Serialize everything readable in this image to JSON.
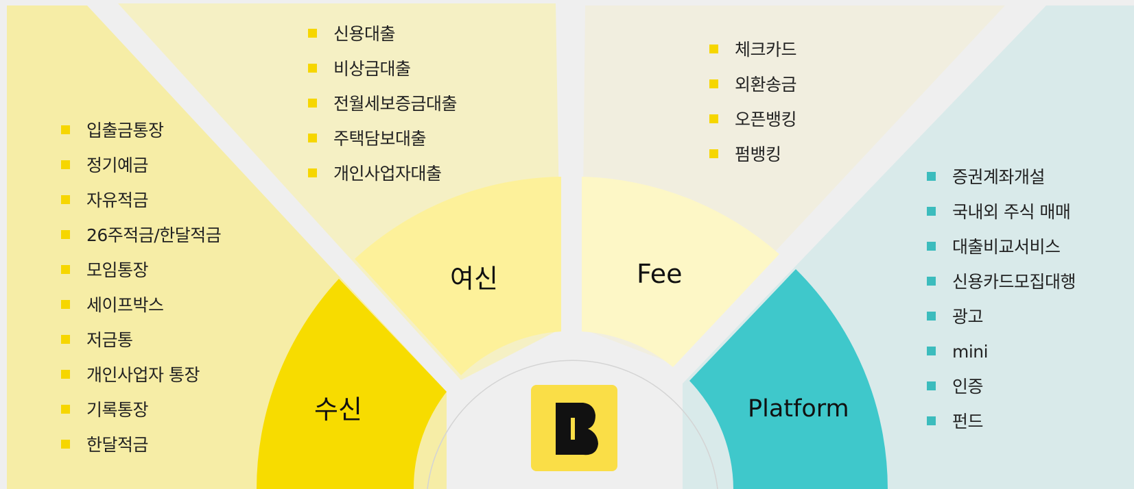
{
  "colors": {
    "background": "#efefef",
    "deposit_panel": "#f6eda6",
    "loan_panel": "#f5f0c4",
    "fee_panel": "#f1eedf",
    "platform_panel": "#d9eaea",
    "deposit_sector": "#f7dc00",
    "loan_sector": "#fdf19a",
    "fee_sector": "#fdf7c6",
    "platform_sector": "#3fc8cb",
    "yellow_bullet": "#f6d600",
    "teal_bullet": "#3cbcbd",
    "logo_bg": "#fade47",
    "logo_mark": "#111111"
  },
  "segments": {
    "deposit": {
      "label": "수신",
      "items": [
        "입출금통장",
        "정기예금",
        "자유적금",
        "26주적금/한달적금",
        "모임통장",
        "세이프박스",
        "저금통",
        "개인사업자 통장",
        "기록통장",
        "한달적금"
      ]
    },
    "loan": {
      "label": "여신",
      "items": [
        "신용대출",
        "비상금대출",
        "전월세보증금대출",
        "주택담보대출",
        "개인사업자대출"
      ]
    },
    "fee": {
      "label": "Fee",
      "items": [
        "체크카드",
        "외환송금",
        "오픈뱅킹",
        "펌뱅킹"
      ]
    },
    "platform": {
      "label": "Platform",
      "items": [
        "증권계좌개설",
        "국내외 주식 매매",
        "대출비교서비스",
        "신용카드모집대행",
        "광고",
        "mini",
        "인증",
        "펀드"
      ]
    }
  },
  "logo": {
    "name": "bank-logo",
    "icon": "b-logo-icon"
  }
}
